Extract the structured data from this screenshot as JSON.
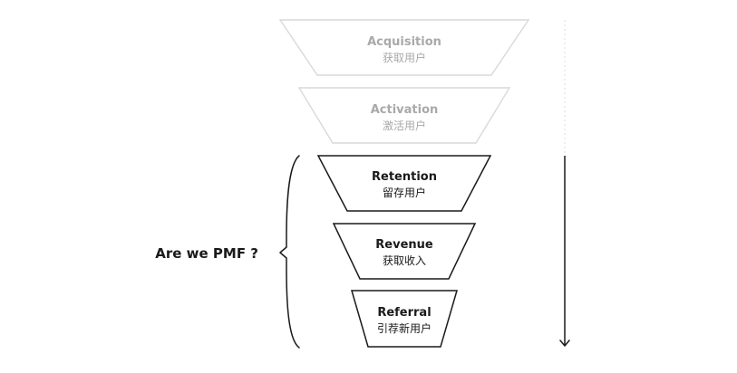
{
  "diagram": {
    "stages": [
      {
        "title": "Acquisition",
        "subtitle": "获取用户",
        "state": "faded"
      },
      {
        "title": "Activation",
        "subtitle": "激活用户",
        "state": "faded"
      },
      {
        "title": "Retention",
        "subtitle": "留存用户",
        "state": "active"
      },
      {
        "title": "Revenue",
        "subtitle": "获取收入",
        "state": "active"
      },
      {
        "title": "Referral",
        "subtitle": "引荐新用户",
        "state": "active"
      }
    ],
    "question": "Are we PMF ?",
    "colors": {
      "active_stroke": "#1a1a1a",
      "active_text": "#1a1a1a",
      "faded_stroke": "#d9d9d9",
      "faded_text": "#a9a9a9",
      "background": "#ffffff"
    }
  }
}
